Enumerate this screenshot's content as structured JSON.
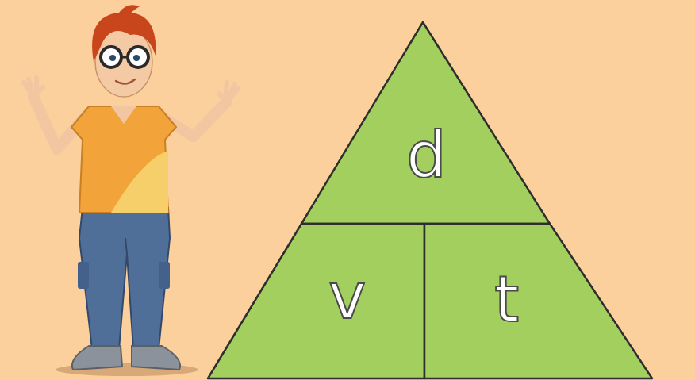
{
  "diagram": {
    "nodes": [
      {
        "text": [
          "d"
        ]
      },
      {
        "text": [
          "v"
        ]
      },
      {
        "text": [
          "t"
        ]
      }
    ]
  }
}
